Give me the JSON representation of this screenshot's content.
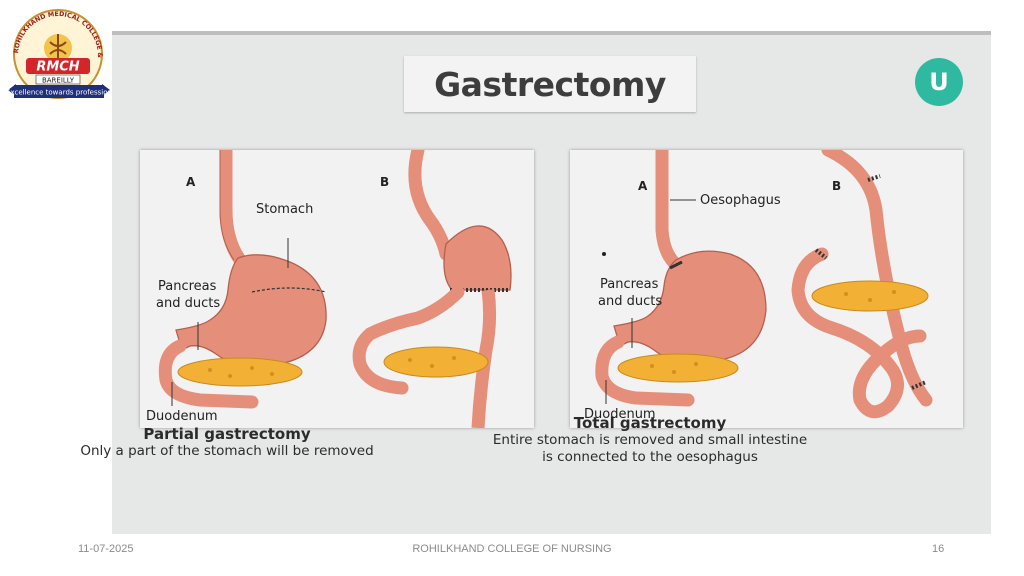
{
  "logo": {
    "arc_text": "ROHILKHAND MEDICAL COLLEGE & HOSPITAL",
    "mark": "RMCH",
    "city": "BAREILLY",
    "tagline": "Excellence towards profession"
  },
  "slide": {
    "title": "Gastrectomy",
    "brand_icon": "U",
    "left_panel": {
      "labels": {
        "a": "A",
        "b": "B",
        "stomach": "Stomach",
        "pancreas_line1": "Pancreas",
        "pancreas_line2": "and ducts",
        "duodenum": "Duodenum"
      },
      "caption_title": "Partial gastrectomy",
      "caption_subtitle": "Only a part of the stomach will be removed"
    },
    "right_panel": {
      "labels": {
        "a": "A",
        "b": "B",
        "oesophagus": "Oesophagus",
        "pancreas_line1": "Pancreas",
        "pancreas_line2": "and ducts",
        "duodenum": "Duodenum"
      },
      "caption_title": "Total gastrectomy",
      "caption_line1": "Entire stomach is removed and small intestine",
      "caption_line2": "is connected to the oesophagus"
    }
  },
  "footer": {
    "date": "11-07-2025",
    "center": "ROHILKHAND COLLEGE OF NURSING",
    "page": "16"
  },
  "colors": {
    "organ": "#e58f7b",
    "organ_outline": "#b5604f",
    "pancreas": "#f2b035",
    "background": "#e6e7e7",
    "brand": "#2fb9a0"
  }
}
